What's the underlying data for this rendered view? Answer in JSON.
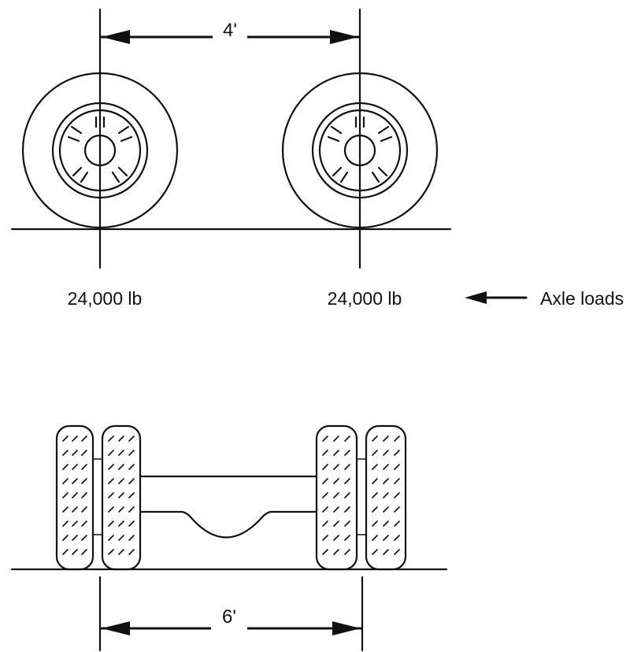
{
  "top_view": {
    "spacing_label": "4'",
    "left_axle_load": "24,000 lb",
    "right_axle_load": "24,000 lb",
    "axle_loads_label": "Axle loads"
  },
  "rear_view": {
    "track_label": "6'"
  },
  "colors": {
    "line": "#111111",
    "background": "#ffffff"
  }
}
